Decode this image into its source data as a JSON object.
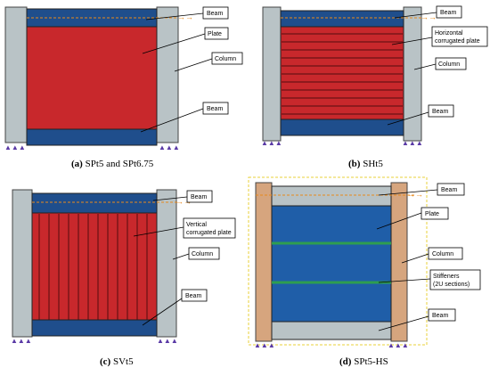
{
  "panels": [
    {
      "caption_letter": "(a)",
      "caption_text": "SPt5 and SPt6.75",
      "labels": {
        "beam_top": "Beam",
        "plate": "Plate",
        "column": "Column",
        "beam_bottom": "Beam"
      }
    },
    {
      "caption_letter": "(b)",
      "caption_text": "SHt5",
      "labels": {
        "beam_top": "Beam",
        "plate_line1": "Horizontal",
        "plate_line2": "corrugated plate",
        "column": "Column",
        "beam_bottom": "Beam"
      }
    },
    {
      "caption_letter": "(c)",
      "caption_text": "SVt5",
      "labels": {
        "beam_top": "Beam",
        "plate_line1": "Vertical",
        "plate_line2": "corrugated plate",
        "column": "Column",
        "beam_bottom": "Beam"
      }
    },
    {
      "caption_letter": "(d)",
      "caption_text": "SPt5-HS",
      "labels": {
        "beam_top": "Beam",
        "plate": "Plate",
        "column": "Column",
        "stiffeners_line1": "Stiffeners",
        "stiffeners_line2": "(2U sections)",
        "beam_bottom": "Beam"
      }
    }
  ],
  "colors": {
    "plate_red": "#c8282c",
    "beam_blue": "#1f4e8c",
    "column_grey": "#b9c3c6",
    "column_tan": "#d6a57e",
    "plate_blue": "#1f5ea8",
    "stiffener_green": "#2e9e4f",
    "load_orange": "#e8891c",
    "support_purple": "#5a3aa6"
  }
}
